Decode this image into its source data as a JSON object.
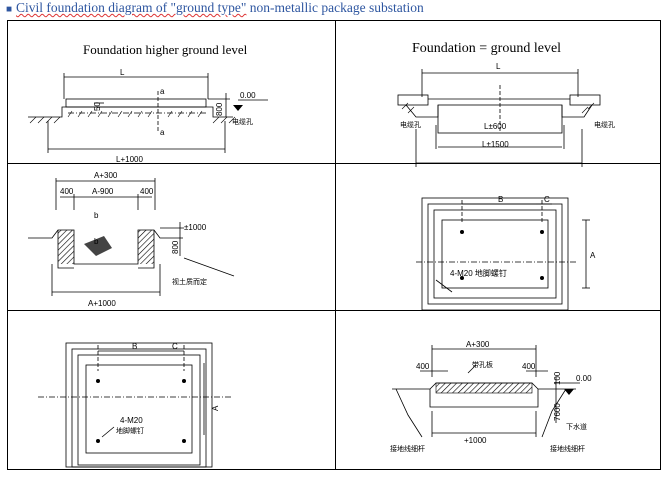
{
  "heading": {
    "marker": "■",
    "text_a": "Civil foundation diagram of \"ground type\"",
    "text_b": " non-metallic package substation"
  },
  "panels": {
    "p1": {
      "title": "Foundation higher ground level",
      "L": "L",
      "L1000": "L+1000",
      "d50": "50",
      "d800": "800",
      "level": "0.00",
      "a1": "a",
      "a2": "a",
      "cable": "电缆孔"
    },
    "p2": {
      "title": "Foundation = ground level",
      "L": "L",
      "L600": "L±600",
      "L1500": "L±1500",
      "cable_l": "电缆孔",
      "cable_r": "电缆孔"
    },
    "p3": {
      "A300": "A+300",
      "A900": "A-900",
      "d400l": "400",
      "d400r": "400",
      "b1": "b",
      "b2": "b",
      "d800": "800",
      "pm1000": "±1000",
      "A1000": "A+1000",
      "soil": "视土质而定"
    },
    "p4": {
      "B": "B",
      "C": "C",
      "A": "A",
      "bolt": "4-M20 地脚螺钉"
    },
    "p5": {
      "B": "B",
      "C": "C",
      "A": "A",
      "bolt_a": "4-M20",
      "bolt_b": "地脚螺钉"
    },
    "p6": {
      "A300": "A+300",
      "d400l": "400",
      "d400r": "400",
      "hole": "带孔板",
      "d100": "100",
      "level": "0.00",
      "d600": "7600",
      "drain": "下水道",
      "A1000": "+1000",
      "ground_l": "接地线细杆",
      "ground_r": "接地线细杆"
    }
  }
}
